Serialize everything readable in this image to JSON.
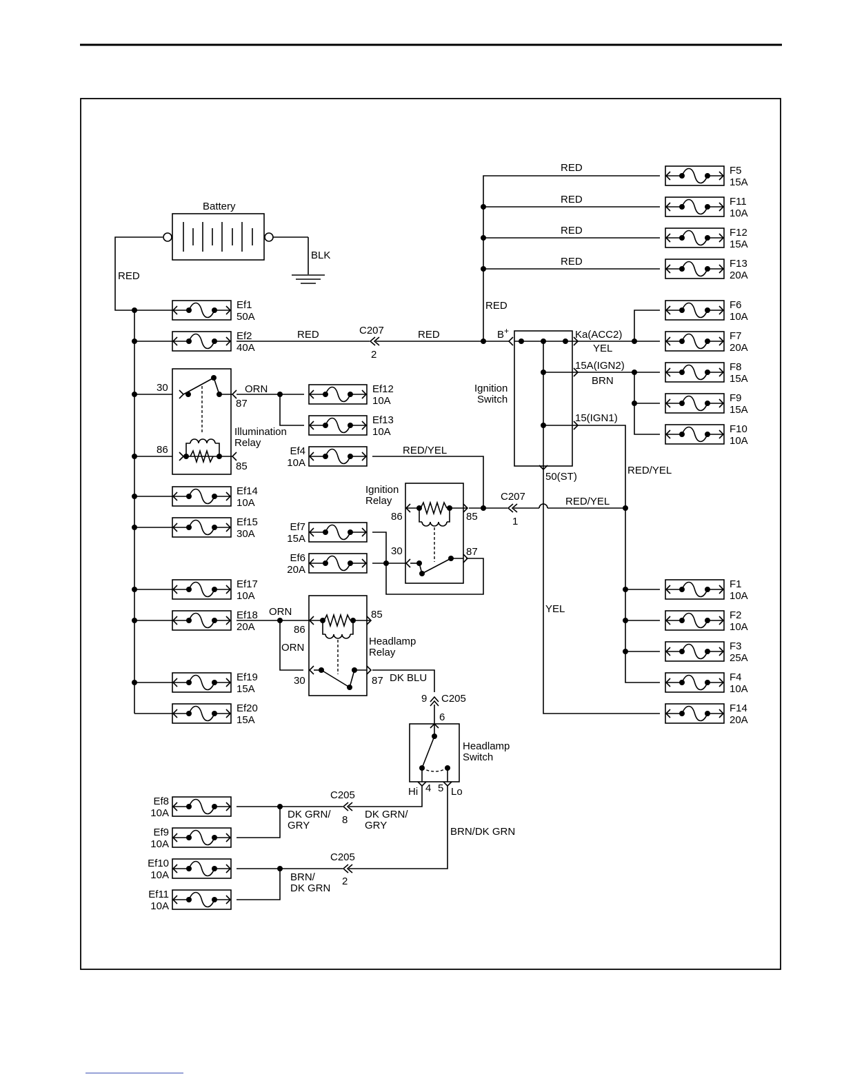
{
  "battery": {
    "label": "Battery"
  },
  "wires": {
    "red_left": "RED",
    "blk": "BLK",
    "red_ef2": "RED",
    "red_c207": "RED",
    "red_vert": "RED",
    "red_f5": "RED",
    "red_f11": "RED",
    "red_f12": "RED",
    "red_f13": "RED",
    "yel_acc": "YEL",
    "brn": "BRN",
    "red_yel_ign1": "RED/YEL",
    "red_yel_bus": "RED/YEL",
    "red_yel_ef4": "RED/YEL",
    "yel_st": "YEL",
    "orn_illum": "ORN",
    "orn_head1": "ORN",
    "orn_head2": "ORN",
    "dk_blu": "DK BLU",
    "dkgrn_gry_left": [
      "DK GRN/",
      "GRY"
    ],
    "dkgrn_gry_right": [
      "DK GRN/",
      "GRY"
    ],
    "brn_dkgrn_left": [
      "BRN/",
      "DK GRN"
    ],
    "brn_dkgrn_right": "BRN/DK GRN"
  },
  "connectors": {
    "c207_top": {
      "name": "C207",
      "pin": "2"
    },
    "c207_mid": {
      "name": "C207",
      "pin": "1"
    },
    "c205_top": {
      "name": "C205",
      "pin_top": "9",
      "pin_bottom": "6"
    },
    "c205_hi": {
      "name": "C205",
      "pin": "8"
    },
    "c205_lo": {
      "name": "C205",
      "pin": "2"
    }
  },
  "fuses_left": [
    {
      "name": "Ef1",
      "rating": "50A"
    },
    {
      "name": "Ef2",
      "rating": "40A"
    },
    {
      "name": "Ef14",
      "rating": "10A"
    },
    {
      "name": "Ef15",
      "rating": "30A"
    },
    {
      "name": "Ef17",
      "rating": "10A"
    },
    {
      "name": "Ef18",
      "rating": "20A"
    },
    {
      "name": "Ef19",
      "rating": "15A"
    },
    {
      "name": "Ef20",
      "rating": "15A"
    }
  ],
  "fuses_mid": [
    {
      "name": "Ef12",
      "rating": "10A"
    },
    {
      "name": "Ef13",
      "rating": "10A"
    },
    {
      "name": "Ef4",
      "rating": "10A"
    },
    {
      "name": "Ef7",
      "rating": "15A"
    },
    {
      "name": "Ef6",
      "rating": "20A"
    }
  ],
  "fuses_bottom": [
    {
      "name": "Ef8",
      "rating": "10A"
    },
    {
      "name": "Ef9",
      "rating": "10A"
    },
    {
      "name": "Ef10",
      "rating": "10A"
    },
    {
      "name": "Ef11",
      "rating": "10A"
    }
  ],
  "fuses_right": [
    {
      "name": "F5",
      "rating": "15A"
    },
    {
      "name": "F11",
      "rating": "10A"
    },
    {
      "name": "F12",
      "rating": "15A"
    },
    {
      "name": "F13",
      "rating": "20A"
    },
    {
      "name": "F6",
      "rating": "10A"
    },
    {
      "name": "F7",
      "rating": "20A"
    },
    {
      "name": "F8",
      "rating": "15A"
    },
    {
      "name": "F9",
      "rating": "15A"
    },
    {
      "name": "F10",
      "rating": "10A"
    },
    {
      "name": "F1",
      "rating": "10A"
    },
    {
      "name": "F2",
      "rating": "10A"
    },
    {
      "name": "F3",
      "rating": "25A"
    },
    {
      "name": "F4",
      "rating": "10A"
    },
    {
      "name": "F14",
      "rating": "20A"
    }
  ],
  "illumination_relay": {
    "label": [
      "Illumination",
      "Relay"
    ],
    "pins": {
      "p30": "30",
      "p87": "87",
      "p86": "86",
      "p85": "85"
    }
  },
  "ignition_relay": {
    "label": [
      "Ignition",
      "Relay"
    ],
    "pins": {
      "p86": "86",
      "p85": "85",
      "p30": "30",
      "p87": "87"
    }
  },
  "headlamp_relay": {
    "label": [
      "Headlamp",
      "Relay"
    ],
    "pins": {
      "p85": "85",
      "p86": "86",
      "p30": "30",
      "p87": "87"
    }
  },
  "ignition_switch": {
    "label": [
      "Ignition",
      "Switch"
    ],
    "b_plus": "B",
    "b_plus_sup": "+",
    "acc2": "Ka(ACC2)",
    "ign2": "15A(IGN2)",
    "ign1": "15(IGN1)",
    "st": "50(ST)"
  },
  "headlamp_switch": {
    "label": [
      "Headlamp",
      "Switch"
    ],
    "hi": "Hi",
    "lo": "Lo",
    "pin_hi": "4",
    "pin_lo": "5"
  }
}
